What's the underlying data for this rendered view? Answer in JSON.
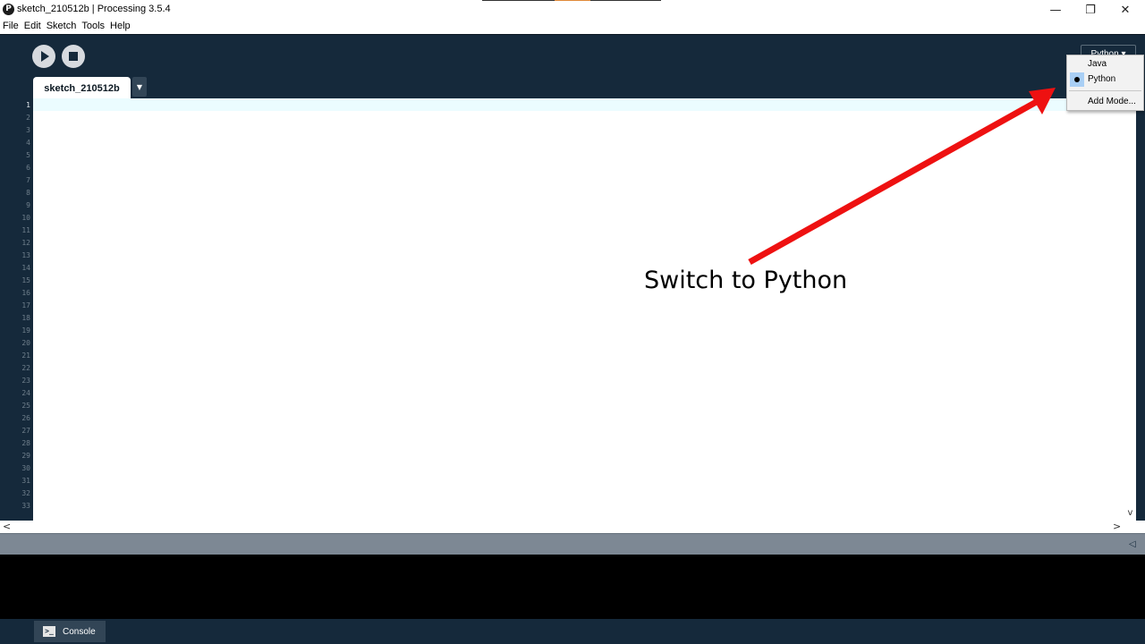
{
  "window": {
    "title": "sketch_210512b | Processing 3.5.4",
    "app_icon": "processing-logo-icon",
    "minimize_icon": "—",
    "maximize_icon": "❐",
    "close_icon": "✕"
  },
  "menu": [
    "File",
    "Edit",
    "Sketch",
    "Tools",
    "Help"
  ],
  "toolbar": {
    "run_icon": "play-icon",
    "stop_icon": "stop-icon",
    "mode_label": "Python ▾"
  },
  "tabs": {
    "active": "sketch_210512b",
    "menu_icon": "▼"
  },
  "editor": {
    "line_count": 33,
    "code": ""
  },
  "mode_menu": {
    "items": [
      "Java",
      "Python"
    ],
    "selected": "Python",
    "add_mode_label": "Add Mode..."
  },
  "scrollbars": {
    "left": "<",
    "right": ">",
    "down": "v"
  },
  "status_icon": "◁",
  "console_tab": {
    "icon": ">_",
    "label": "Console"
  },
  "annotation": {
    "text": "Switch to Python",
    "arrow_color": "#ee1111"
  },
  "colors": {
    "toolbar_bg": "#15293b",
    "status_bg": "#7d8894",
    "console_bg": "#000000",
    "current_line_bg": "#ebfcff"
  }
}
